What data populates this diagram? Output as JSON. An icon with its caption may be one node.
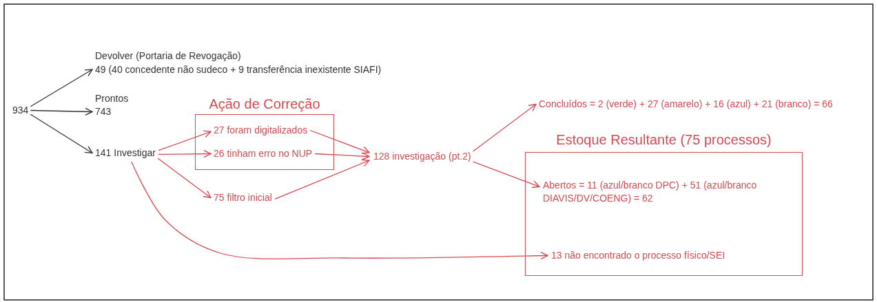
{
  "diagram": {
    "nodes": [
      {
        "text": [
          "934"
        ]
      },
      {
        "text": [
          "Devolver (Portaria de Revogação)",
          "49 (40 concedente não sudeco + 9 transferência inexistente SIAFI)"
        ]
      },
      {
        "text": [
          "Prontos",
          "743"
        ]
      },
      {
        "text": [
          "141 Investigar"
        ]
      },
      {
        "text": [
          "Ação de Correção"
        ]
      },
      {
        "text": [
          "27 foram digitalizados"
        ],
        "in": 4
      },
      {
        "text": [
          "26 tinham erro no NUP"
        ],
        "in": 4
      },
      {
        "text": [
          "75 filtro inicial"
        ]
      },
      {
        "text": [
          "128 investigação (pt.2)"
        ]
      },
      {
        "text": [
          "Concluídos = 2 (verde) + 27 (amarelo) + 16 (azul) + 21 (branco) = 66"
        ]
      },
      {
        "text": [
          "Estoque Resultante (75 processos)"
        ]
      },
      {
        "text": [
          "Abertos = 11 (azul/branco DPC) + 51 (azul/branco DIAVIS/DV/COENG) = 62"
        ],
        "in": 10
      },
      {
        "text": [
          "13 não encontrado o processo físico/SEI"
        ],
        "in": 10
      }
    ],
    "edges": [
      {
        "from": 0,
        "to": 1,
        "arrow": "to",
        "color": "#333333"
      },
      {
        "from": 0,
        "to": 2,
        "arrow": "to",
        "color": "#333333"
      },
      {
        "from": 0,
        "to": 3,
        "arrow": "to",
        "color": "#333333"
      },
      {
        "from": 3,
        "to": 5,
        "arrow": "to"
      },
      {
        "from": 3,
        "to": 6,
        "arrow": "to"
      },
      {
        "from": 3,
        "to": 7,
        "arrow": "to"
      },
      {
        "from": 5,
        "to": 8,
        "arrow": "to"
      },
      {
        "from": 6,
        "to": 8,
        "arrow": "to"
      },
      {
        "from": 7,
        "to": 8,
        "arrow": "to"
      },
      {
        "from": 8,
        "to": 9,
        "arrow": "to"
      },
      {
        "from": 8,
        "to": 11,
        "arrow": "to"
      },
      {
        "from": 3,
        "to": 12,
        "arrow": "to"
      }
    ]
  }
}
